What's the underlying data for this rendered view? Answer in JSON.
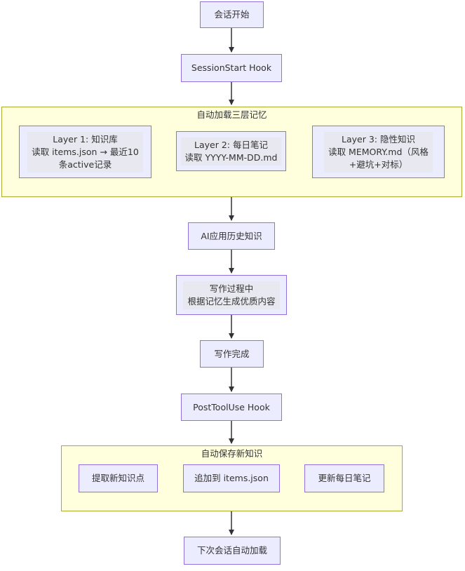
{
  "nodes": {
    "start": "会话开始",
    "session_hook": "SessionStart Hook",
    "ai_apply": "AI应用历史知识",
    "writing_line1": "写作过程中",
    "writing_line2": "根据记忆生成优质内容",
    "write_done": "写作完成",
    "post_hook": "PostToolUse Hook",
    "next_session": "下次会话自动加载"
  },
  "group_load": {
    "title": "自动加载三层记忆",
    "layer1": {
      "line1": "Layer 1: 知识库",
      "line2": "读取 items.json → 最近10",
      "line3": "条active记录"
    },
    "layer2": {
      "line1": "Layer 2: 每日笔记",
      "line2": "读取 YYYY-MM-DD.md"
    },
    "layer3": {
      "line1": "Layer 3: 隐性知识",
      "line2": "读取 MEMORY.md（风格",
      "line3": "+避坑+对标）"
    }
  },
  "group_save": {
    "title": "自动保存新知识",
    "extract": "提取新知识点",
    "append": "追加到 items.json",
    "update": "更新每日笔记"
  },
  "colors": {
    "node_fill": "#ECECFF",
    "node_border": "#9370DB",
    "group_fill": "#FFFFDE",
    "group_border": "#AAAA33",
    "edge": "#333333"
  }
}
